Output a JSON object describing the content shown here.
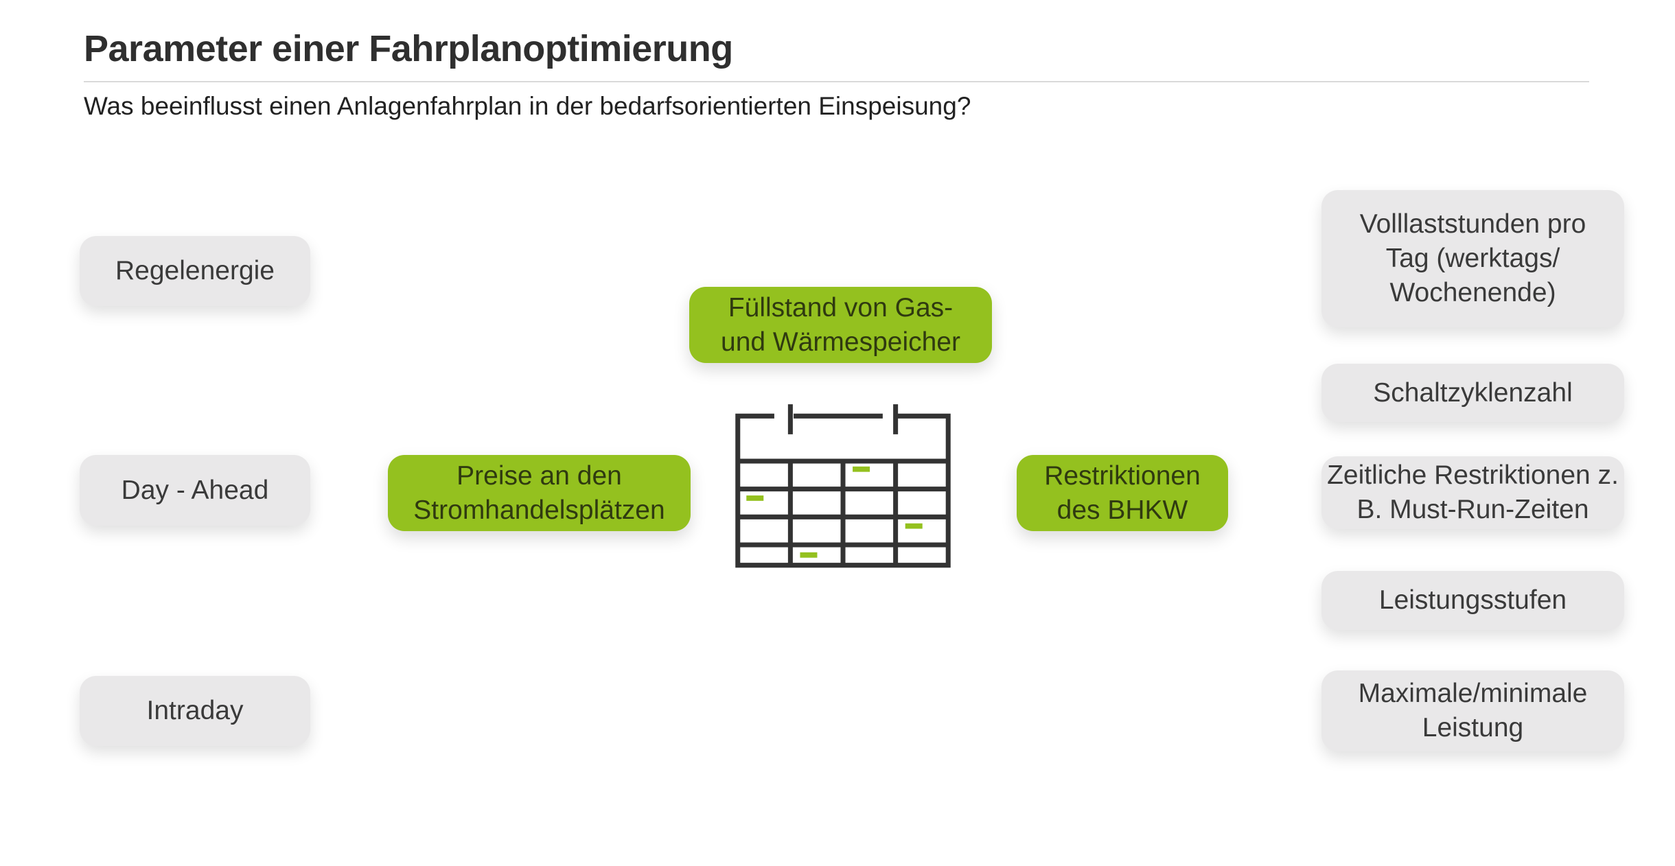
{
  "header": {
    "title": "Parameter einer Fahrplanoptimierung",
    "subtitle": "Was beeinflusst einen Anlagenfahrplan in der bedarfsorientierten Einspeisung?"
  },
  "markets": [
    {
      "label": "Regelenergie"
    },
    {
      "label": "Day - Ahead"
    },
    {
      "label": "Intraday"
    }
  ],
  "factors": {
    "prices": "Preise an den Stromhandelsplätzen",
    "storage": "Füllstand von Gas- und Wärmespeicher",
    "restrictions": "Restriktionen des BHKW"
  },
  "restrictions": [
    {
      "label": "Volllaststunden pro Tag (werktags/ Wochenende)"
    },
    {
      "label": "Schaltzyklenzahl"
    },
    {
      "label": "Zeitliche Restriktionen z. B. Must-Run-Zeiten"
    },
    {
      "label": "Leistungsstufen"
    },
    {
      "label": "Maximale/minimale Leistung"
    }
  ],
  "center_icon": "calendar-icon",
  "colors": {
    "accent": "#94c11f",
    "box": "#e9e8e9",
    "text": "#333333"
  }
}
